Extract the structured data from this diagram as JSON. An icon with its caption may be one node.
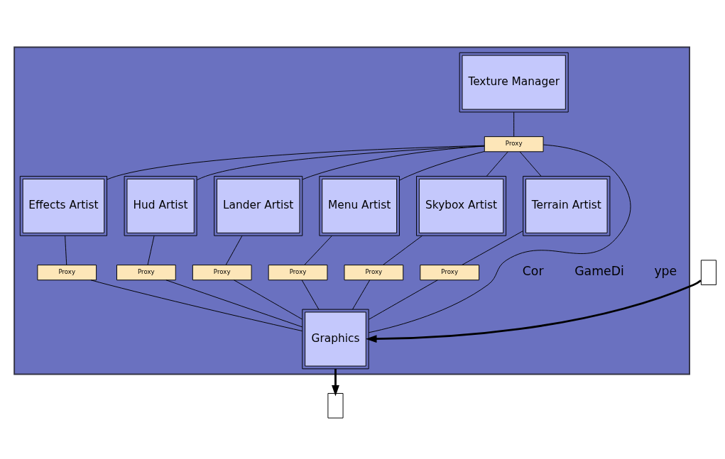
{
  "diagram": {
    "nodes": [
      {
        "text": [],
        "shape": "box"
      },
      {
        "text": [
          "Texture Manager"
        ],
        "in": 0
      },
      {
        "text": [
          "Proxy"
        ],
        "in": 0
      },
      {
        "text": [
          "Effects Artist"
        ],
        "in": 0
      },
      {
        "text": [
          "Hud Artist"
        ],
        "in": 0
      },
      {
        "text": [
          "Lander Artist"
        ],
        "in": 0
      },
      {
        "text": [
          "Menu Artist"
        ],
        "in": 0
      },
      {
        "text": [
          "Skybox Artist"
        ],
        "in": 0
      },
      {
        "text": [
          "Terrain Artist"
        ],
        "in": 0
      },
      {
        "text": [
          "Proxy"
        ],
        "in": 0
      },
      {
        "text": [
          "Proxy"
        ],
        "in": 0
      },
      {
        "text": [
          "Proxy"
        ],
        "in": 0
      },
      {
        "text": [
          "Proxy"
        ],
        "in": 0
      },
      {
        "text": [
          "Proxy"
        ],
        "in": 0
      },
      {
        "text": [
          "Proxy"
        ],
        "in": 0
      },
      {
        "text": [
          "Graphics"
        ],
        "in": 0
      },
      {
        "text": [],
        "shape": "box"
      },
      {
        "text": [],
        "shape": "box"
      }
    ],
    "edges": [
      {
        "from": 1,
        "to": 2,
        "arrow": "none"
      },
      {
        "from": 2,
        "to": 3,
        "arrow": "none"
      },
      {
        "from": 2,
        "to": 4,
        "arrow": "none"
      },
      {
        "from": 2,
        "to": 5,
        "arrow": "none"
      },
      {
        "from": 2,
        "to": 15,
        "arrow": "none"
      },
      {
        "from": 2,
        "to": 6,
        "arrow": "none"
      },
      {
        "from": 2,
        "to": 7,
        "arrow": "none"
      },
      {
        "from": 2,
        "to": 8,
        "arrow": "none"
      },
      {
        "from": 3,
        "to": 9,
        "arrow": "none"
      },
      {
        "from": 4,
        "to": 10,
        "arrow": "none"
      },
      {
        "from": 5,
        "to": 11,
        "arrow": "none"
      },
      {
        "from": 6,
        "to": 12,
        "arrow": "none"
      },
      {
        "from": 7,
        "to": 13,
        "arrow": "none"
      },
      {
        "from": 8,
        "to": 14,
        "arrow": "none"
      },
      {
        "from": 9,
        "to": 15,
        "arrow": "none"
      },
      {
        "from": 10,
        "to": 15,
        "arrow": "none"
      },
      {
        "from": 11,
        "to": 15,
        "arrow": "none"
      },
      {
        "from": 12,
        "to": 15,
        "arrow": "none"
      },
      {
        "from": 13,
        "to": 15,
        "arrow": "none"
      },
      {
        "from": 14,
        "to": 15,
        "arrow": "none"
      },
      {
        "from": 15,
        "to": 16,
        "arrow": "to",
        "style": "thick"
      },
      {
        "from": 17,
        "to": 15,
        "arrow": "to",
        "style": "thick"
      }
    ],
    "labels": [
      "Cor",
      "GameDi",
      "ype"
    ]
  }
}
